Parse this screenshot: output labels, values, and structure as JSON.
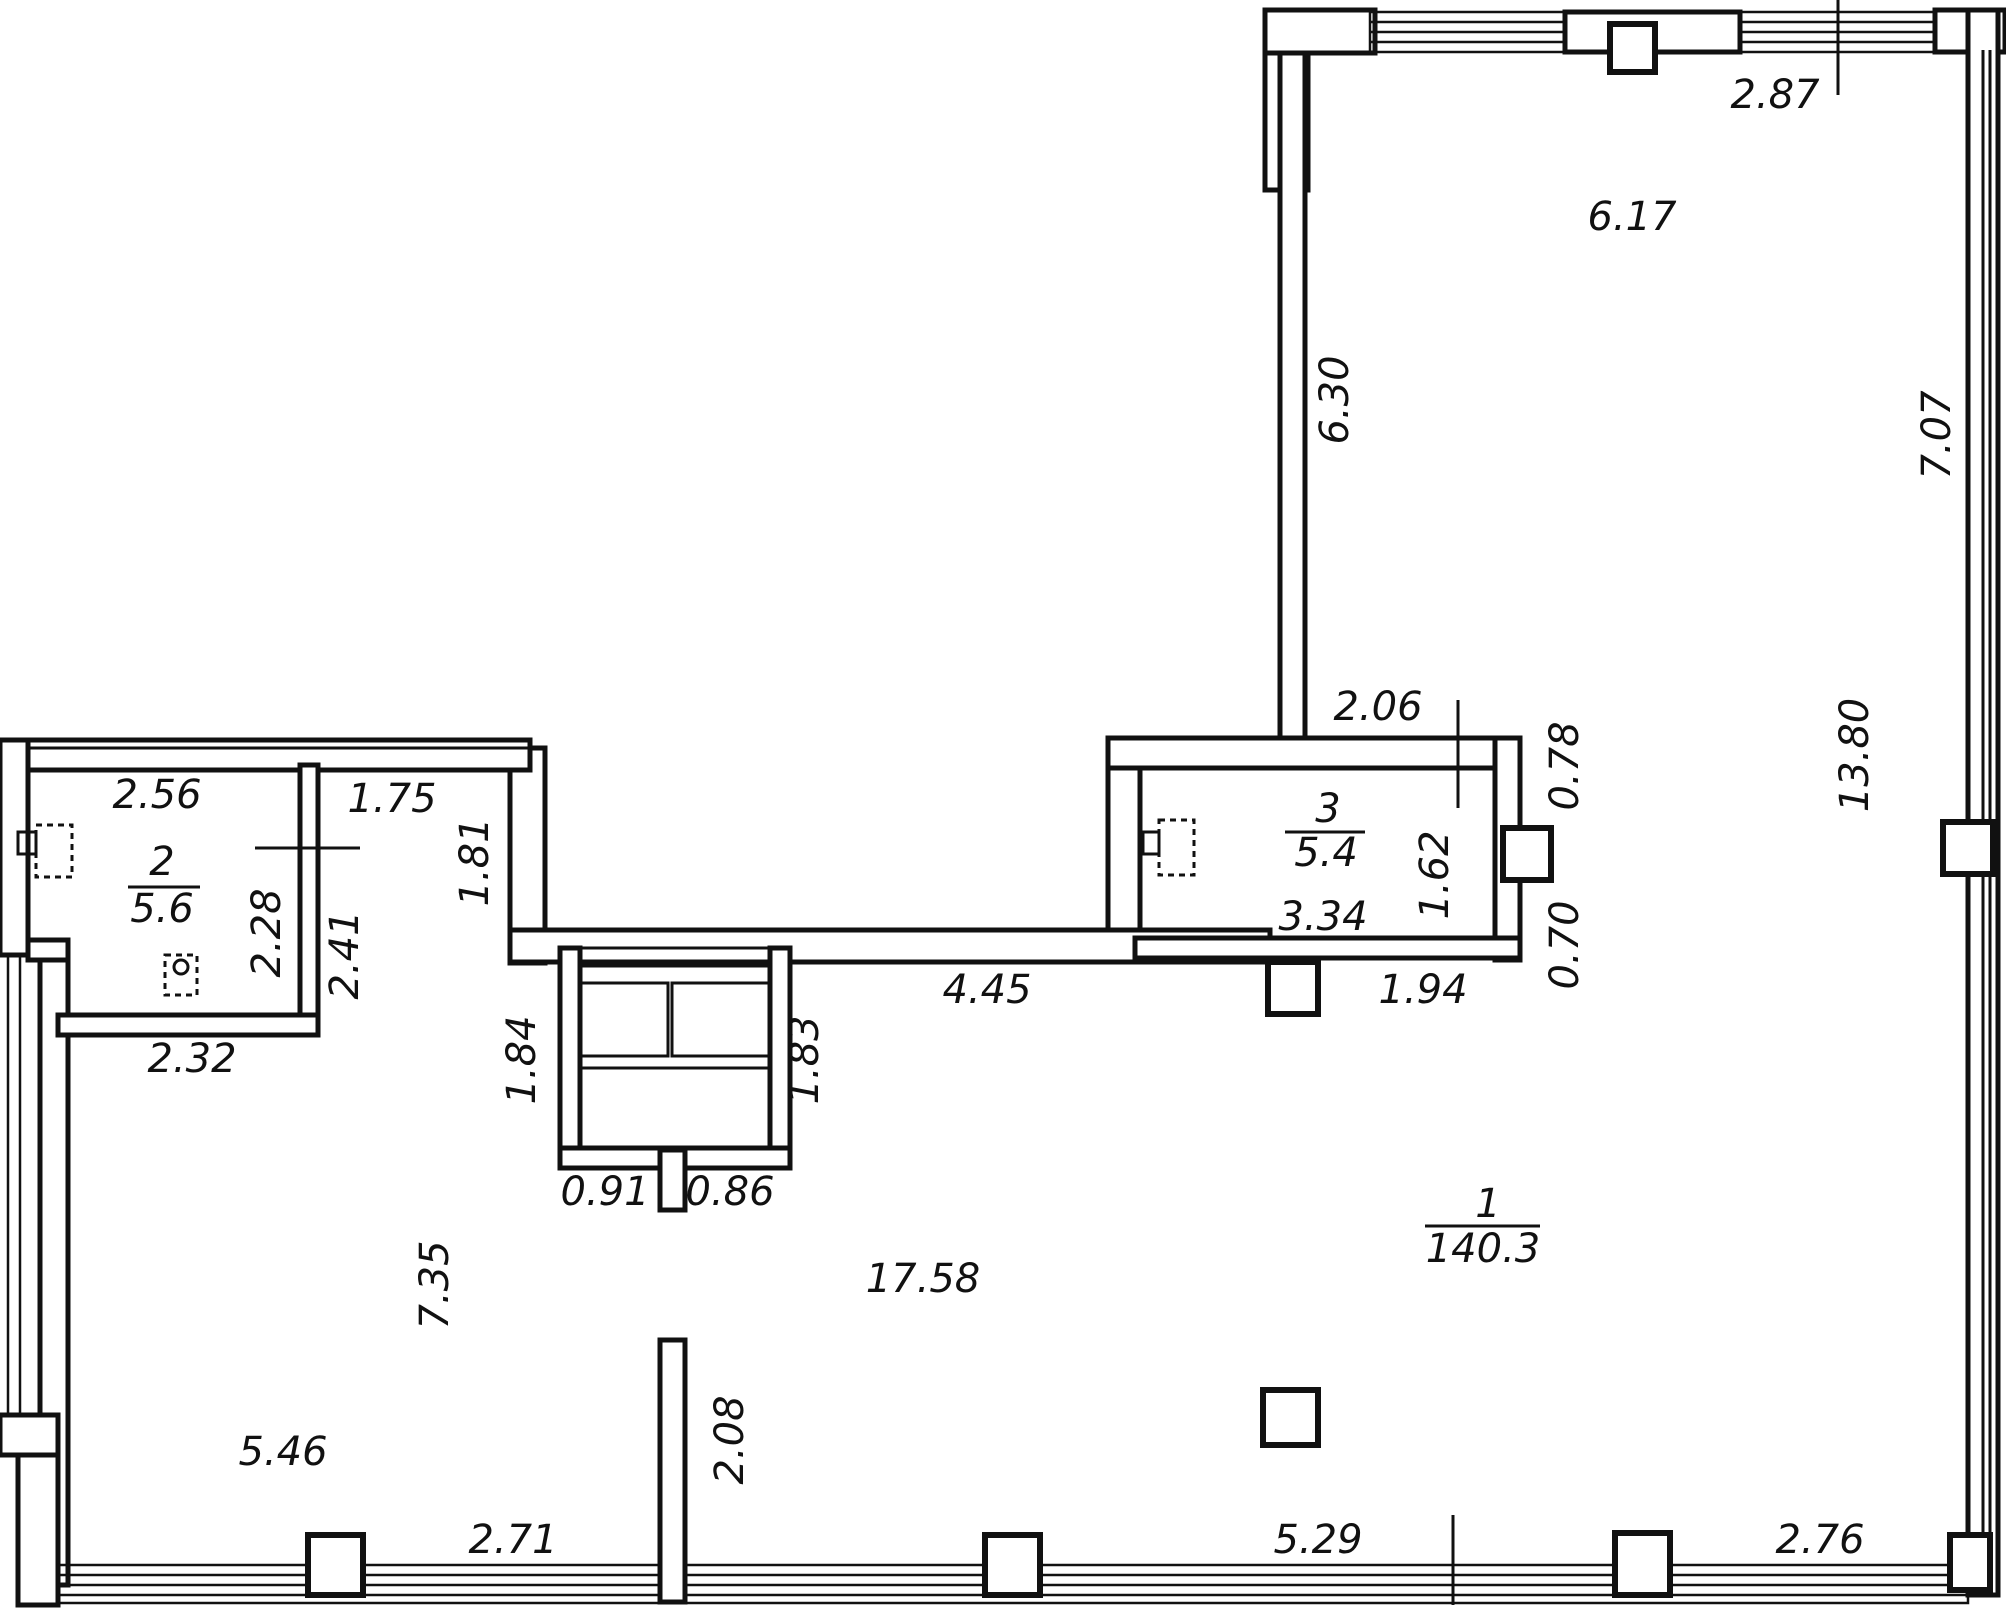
{
  "plan": {
    "rooms": [
      {
        "number": "1",
        "area": "140.3"
      },
      {
        "number": "2",
        "area": "5.6"
      },
      {
        "number": "3",
        "area": "5.4"
      }
    ],
    "dimensions": {
      "d_2_87": "2.87",
      "d_6_17": "6.17",
      "d_6_30": "6.30",
      "d_7_07": "7.07",
      "d_13_80": "13.80",
      "d_2_06": "2.06",
      "d_0_78": "0.78",
      "d_1_62": "1.62",
      "d_3_34": "3.34",
      "d_0_70": "0.70",
      "d_1_94": "1.94",
      "d_4_45": "4.45",
      "d_2_56": "2.56",
      "d_1_75": "1.75",
      "d_1_81": "1.81",
      "d_2_28": "2.28",
      "d_2_41": "2.41",
      "d_2_32": "2.32",
      "d_1_84": "1.84",
      "d_1_83": "1.83",
      "d_0_91": "0.91",
      "d_0_86": "0.86",
      "d_7_35": "7.35",
      "d_17_58": "17.58",
      "d_5_46": "5.46",
      "d_2_08": "2.08",
      "d_2_71": "2.71",
      "d_5_29": "5.29",
      "d_2_76": "2.76"
    }
  }
}
